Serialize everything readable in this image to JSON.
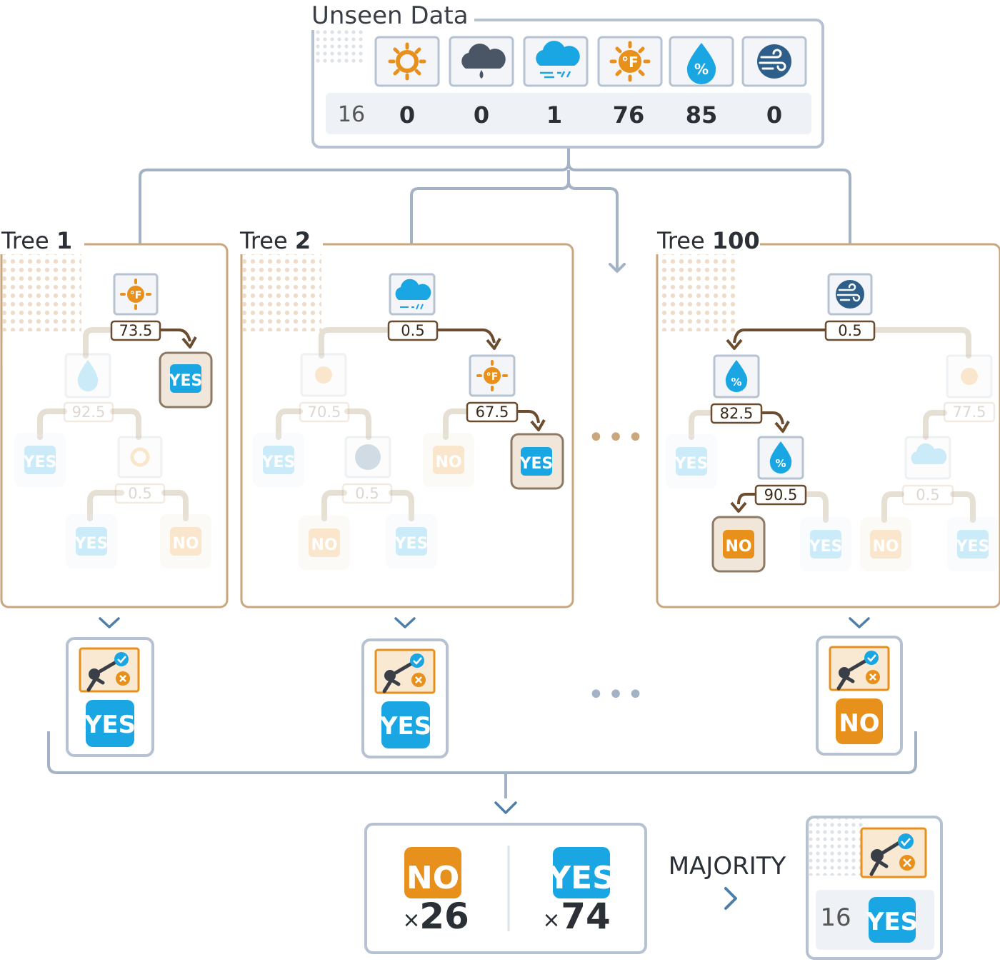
{
  "unseen_data": {
    "title": "Unseen Data",
    "row_id": "16",
    "features": [
      {
        "icon": "sun-icon",
        "value": "0"
      },
      {
        "icon": "cloud-rain-icon",
        "value": "0"
      },
      {
        "icon": "cloud-wind-icon",
        "value": "1"
      },
      {
        "icon": "temperature-icon",
        "value": "76"
      },
      {
        "icon": "humidity-icon",
        "value": "85"
      },
      {
        "icon": "wind-icon",
        "value": "0"
      }
    ]
  },
  "trees": [
    {
      "label_text": "Tree ",
      "label_num": "1",
      "root_threshold": "73.5",
      "node_humidity": "92.5",
      "node_sun": "0.5",
      "leaves": [
        "YES",
        "YES",
        "YES",
        "NO"
      ],
      "prediction": "YES"
    },
    {
      "label_text": "Tree ",
      "label_num": "2",
      "root_threshold": "0.5",
      "node_temp_left": "70.5",
      "node_temp_right": "67.5",
      "node_wind": "0.5",
      "leaves": [
        "YES",
        "NO",
        "YES",
        "NO",
        "YES"
      ],
      "prediction": "YES"
    },
    {
      "label_text": "Tree ",
      "label_num": "100",
      "root_threshold": "0.5",
      "node_humidity_1": "82.5",
      "node_humidity_2": "90.5",
      "node_temp": "77.5",
      "node_cloud": "0.5",
      "leaves": [
        "YES",
        "NO",
        "YES",
        "NO",
        "YES"
      ],
      "prediction": "NO"
    }
  ],
  "ellipsis": "•••",
  "vote": {
    "no_label": "NO",
    "no_count": "26",
    "yes_label": "YES",
    "yes_count": "74",
    "times": "×"
  },
  "majority_label": "MAJORITY",
  "result": {
    "row_id": "16",
    "label": "YES"
  },
  "colors": {
    "yes": "#1aa6e3",
    "no": "#e8901c",
    "frame": "#c9a67c",
    "panel": "#a9b7c9",
    "arrow_dark": "#6b4c2e"
  }
}
